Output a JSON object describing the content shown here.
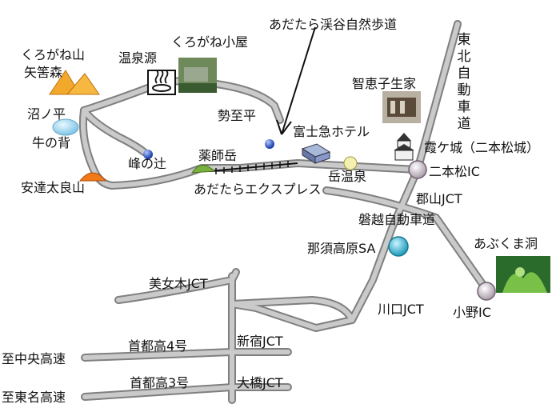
{
  "labels": {
    "kurogane_yama": "くろがね山",
    "yahazumori": "矢筈森",
    "onsengen": "温泉源",
    "kurogane_koya": "くろがね小屋",
    "trail": "あだたら渓谷自然歩道",
    "tohoku_expwy": "東北自動車道",
    "chieko_house": "智恵子生家",
    "numanotaira": "沼ノ平",
    "ushinose": "牛の背",
    "seishidaira": "勢至平",
    "fujikyu_hotel": "富士急ホテル",
    "kasumigajo": "霞ケ城（二本松城）",
    "minenotsuji": "峰の辻",
    "yakushidake": "薬師岳",
    "adatara_taroyama": "安達太良山",
    "dake_onsen": "岳温泉",
    "nihonmatsu_ic": "二本松IC",
    "adatara_express": "あだたらエクスプレス",
    "koriyama_jct": "郡山JCT",
    "banetsu_expwy": "磐越自動車道",
    "nasu_sa": "那須高原SA",
    "abukuma_cave": "あぶくま洞",
    "bijogi_jct": "美女木JCT",
    "kawaguchi_jct": "川口JCT",
    "ono_ic": "小野IC",
    "shutoko_4": "首都高4号",
    "shinjuku_jct": "新宿JCT",
    "to_chuo": "至中央高速",
    "shutoko_3": "首都高3号",
    "ohashi_jct": "大橋JCT",
    "to_tomei": "至東名高速"
  },
  "icons": [
    "mountain-icon",
    "hot-spring-icon",
    "photo-icon",
    "castle-icon",
    "hotel-icon",
    "interchange-icon",
    "pond-icon",
    "marker-icon",
    "cable-car-icon"
  ],
  "colors": {
    "road_fill": "#c9c9c9",
    "road_edge": "#7a7a7a",
    "ic_circle": "#e8e0e8",
    "nasu_sa": "#3fb6d0",
    "dake_onsen": "#f4f0b0",
    "mountain": "#f0a020",
    "pond": "#a8d8ee"
  }
}
